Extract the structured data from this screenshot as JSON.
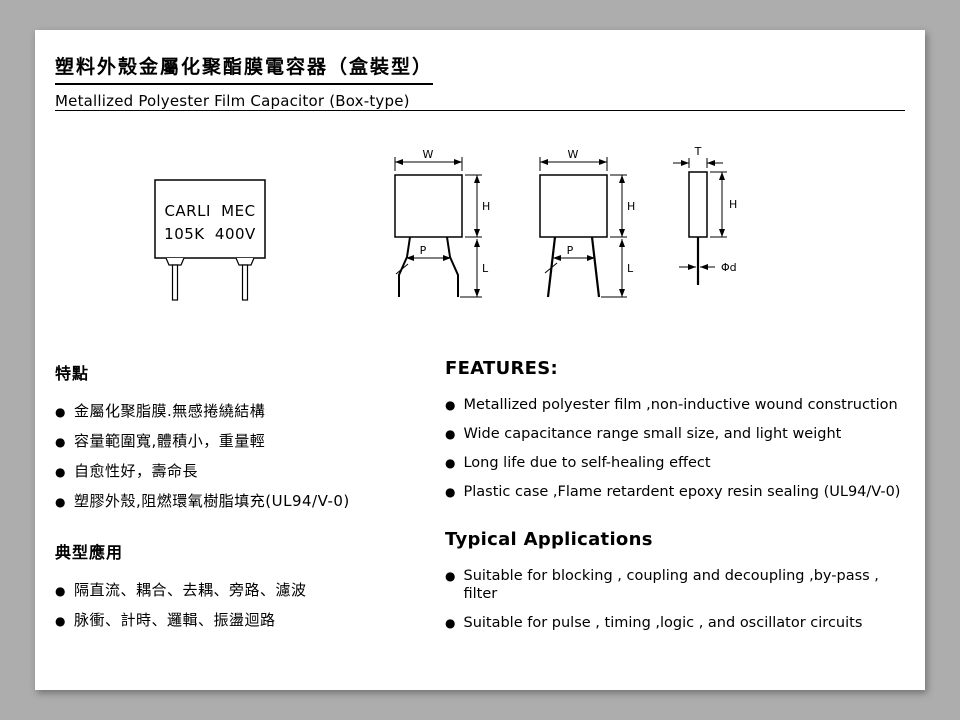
{
  "header": {
    "title_zh": "塑料外殼金屬化聚酯膜電容器（盒裝型）",
    "title_en": "Metallized Polyester Film Capacitor (Box-type)"
  },
  "capacitor": {
    "line1": "CARLI MEC",
    "line2": "105K 400V"
  },
  "dims": {
    "w": "W",
    "h": "H",
    "l": "L",
    "p": "P",
    "t": "T",
    "phi_d": "Φd"
  },
  "glyphs": {
    "bullet": "●"
  },
  "features_zh": {
    "heading": "特點",
    "items": [
      "金屬化聚脂膜.無感捲繞結構",
      "容量範圍寬,體積小，重量輕",
      "自愈性好，壽命長",
      "塑膠外殼,阻燃環氧樹脂填充(UL94/V-0)"
    ]
  },
  "features_en": {
    "heading": "FEATURES:",
    "items": [
      "Metallized polyester film ,non-inductive wound construction",
      "Wide capacitance range small size, and light weight",
      "Long life due to self-healing effect",
      "Plastic case ,Flame retardent epoxy resin sealing (UL94/V-0)"
    ]
  },
  "applications_zh": {
    "heading": "典型應用",
    "items": [
      "隔直流、耦合、去耦、旁路、濾波",
      "脉衝、計時、邏輯、振盪迴路"
    ]
  },
  "applications_en": {
    "heading": "Typical Applications",
    "items": [
      "Suitable for blocking , coupling and decoupling ,by-pass , filter",
      "Suitable for pulse , timing ,logic , and oscillator circuits"
    ]
  }
}
